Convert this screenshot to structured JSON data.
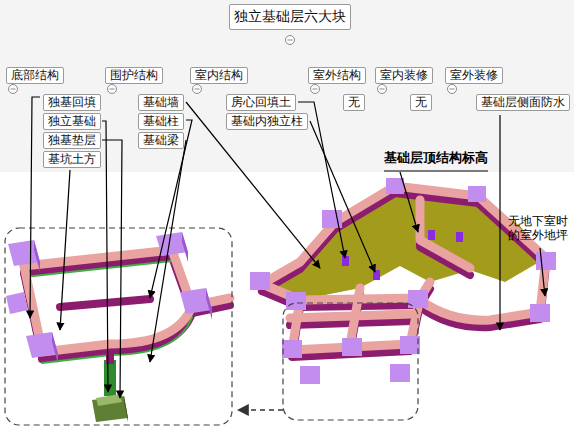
{
  "diagram": {
    "nodes": [
      {
        "text": [
          "独立基础层六大块"
        ]
      },
      {
        "text": [
          "底部结构"
        ]
      },
      {
        "text": [
          "围护结构"
        ]
      },
      {
        "text": [
          "室内结构"
        ]
      },
      {
        "text": [
          "室外结构"
        ]
      },
      {
        "text": [
          "室内装修"
        ]
      },
      {
        "text": [
          "室外装修"
        ]
      },
      {
        "text": [
          "独基回填"
        ]
      },
      {
        "text": [
          "独立基础"
        ]
      },
      {
        "text": [
          "独基垫层"
        ]
      },
      {
        "text": [
          "基坑土方"
        ]
      },
      {
        "text": [
          "基础墙"
        ]
      },
      {
        "text": [
          "基础柱"
        ]
      },
      {
        "text": [
          "基础梁"
        ]
      },
      {
        "text": [
          "房心回填土"
        ]
      },
      {
        "text": [
          "基础内独立柱"
        ]
      },
      {
        "text": [
          "无"
        ]
      },
      {
        "text": [
          "无"
        ]
      },
      {
        "text": [
          "基础层侧面防水"
        ]
      }
    ],
    "edges": [
      {
        "from": 0,
        "to": 1,
        "arrow": "none"
      },
      {
        "from": 0,
        "to": 2,
        "arrow": "none"
      },
      {
        "from": 0,
        "to": 3,
        "arrow": "none"
      },
      {
        "from": 0,
        "to": 4,
        "arrow": "none"
      },
      {
        "from": 0,
        "to": 5,
        "arrow": "none"
      },
      {
        "from": 0,
        "to": 6,
        "arrow": "none"
      },
      {
        "from": 1,
        "to": 7,
        "arrow": "none"
      },
      {
        "from": 1,
        "to": 8,
        "arrow": "none"
      },
      {
        "from": 1,
        "to": 9,
        "arrow": "none"
      },
      {
        "from": 1,
        "to": 10,
        "arrow": "none"
      },
      {
        "from": 2,
        "to": 11,
        "arrow": "none"
      },
      {
        "from": 2,
        "to": 12,
        "arrow": "none"
      },
      {
        "from": 2,
        "to": 13,
        "arrow": "none"
      },
      {
        "from": 3,
        "to": 14,
        "arrow": "none"
      },
      {
        "from": 3,
        "to": 15,
        "arrow": "none"
      },
      {
        "from": 4,
        "to": 16,
        "arrow": "none"
      },
      {
        "from": 5,
        "to": 17,
        "arrow": "none"
      },
      {
        "from": 6,
        "to": 18,
        "arrow": "none"
      }
    ],
    "labels": [
      "基础层顶结构标高",
      "无地下室时的室外地坪"
    ]
  }
}
